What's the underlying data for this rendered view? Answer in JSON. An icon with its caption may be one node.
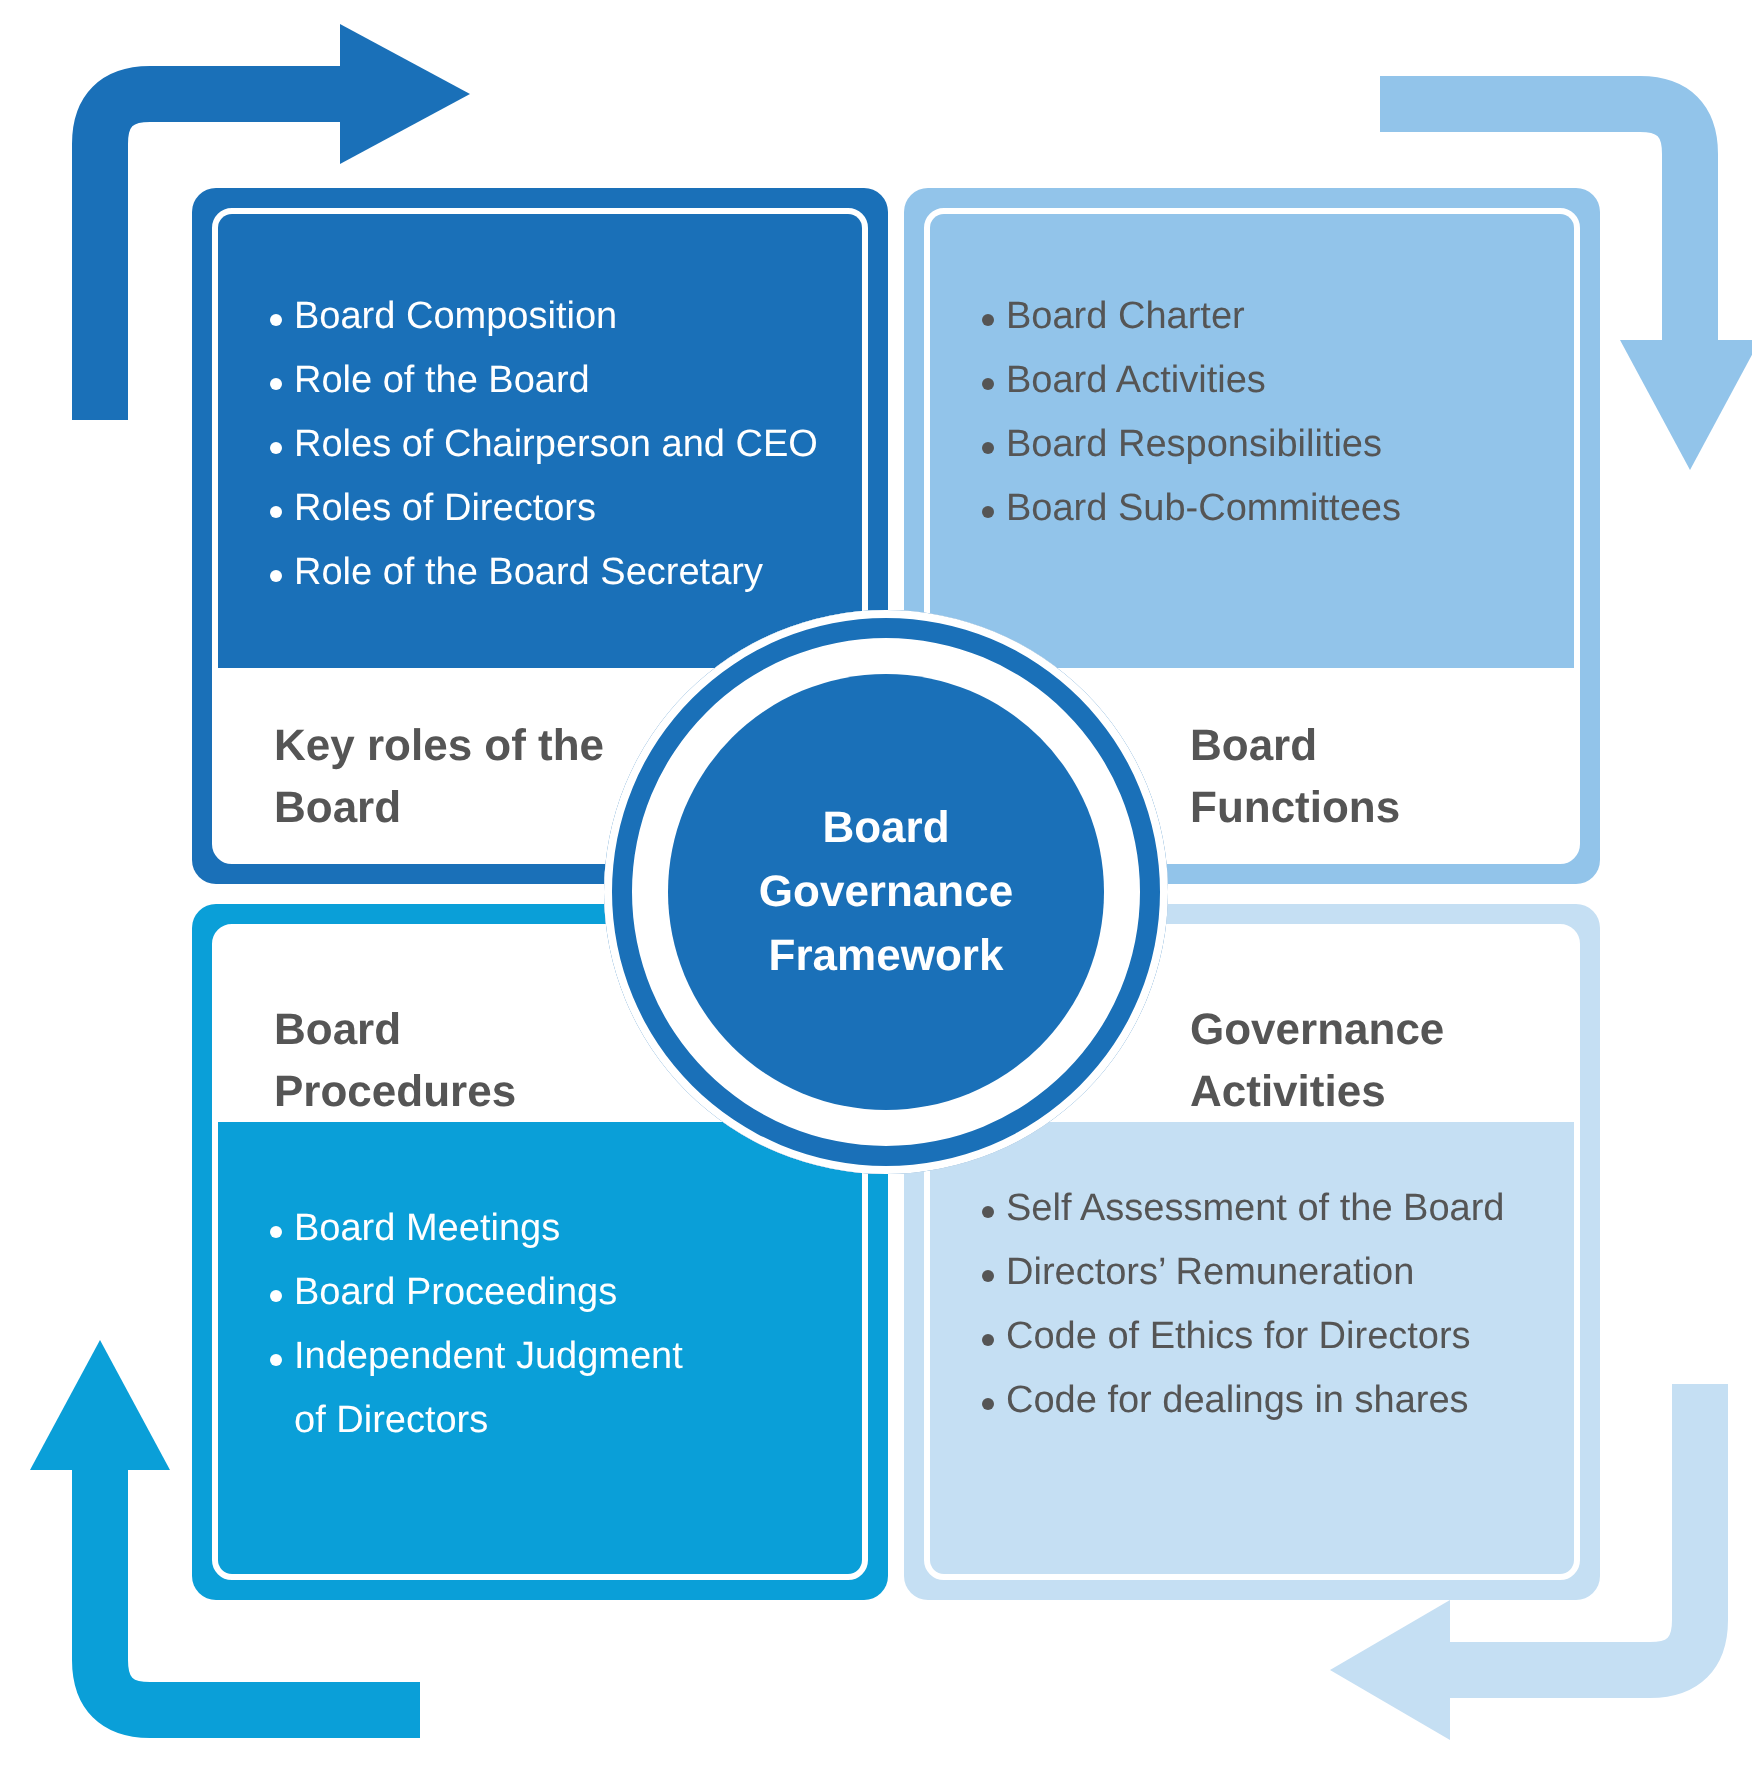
{
  "diagram": {
    "nodes": [
      {
        "text": [
          "Board Composition",
          "Role of the Board",
          "Roles of Chairperson and CEO",
          "Roles of Directors",
          "Role of the Board Secretary",
          "Key roles of the Board"
        ]
      },
      {
        "text": [
          "Board Charter",
          "Board Activities",
          "Board Responsibilities",
          "Board Sub-Committees",
          "Board Functions"
        ]
      },
      {
        "text": [
          "Board Procedures",
          "Board Meetings",
          "Board Proceedings",
          "Independent Judgment of Directors"
        ]
      },
      {
        "text": [
          "Governance Activities",
          "Self Assessment of the Board",
          "Directors’ Remuneration",
          "Code of Ethics for Directors",
          "Code for dealings in shares"
        ]
      },
      {
        "text": [
          "Board Governance Framework"
        ]
      }
    ]
  }
}
